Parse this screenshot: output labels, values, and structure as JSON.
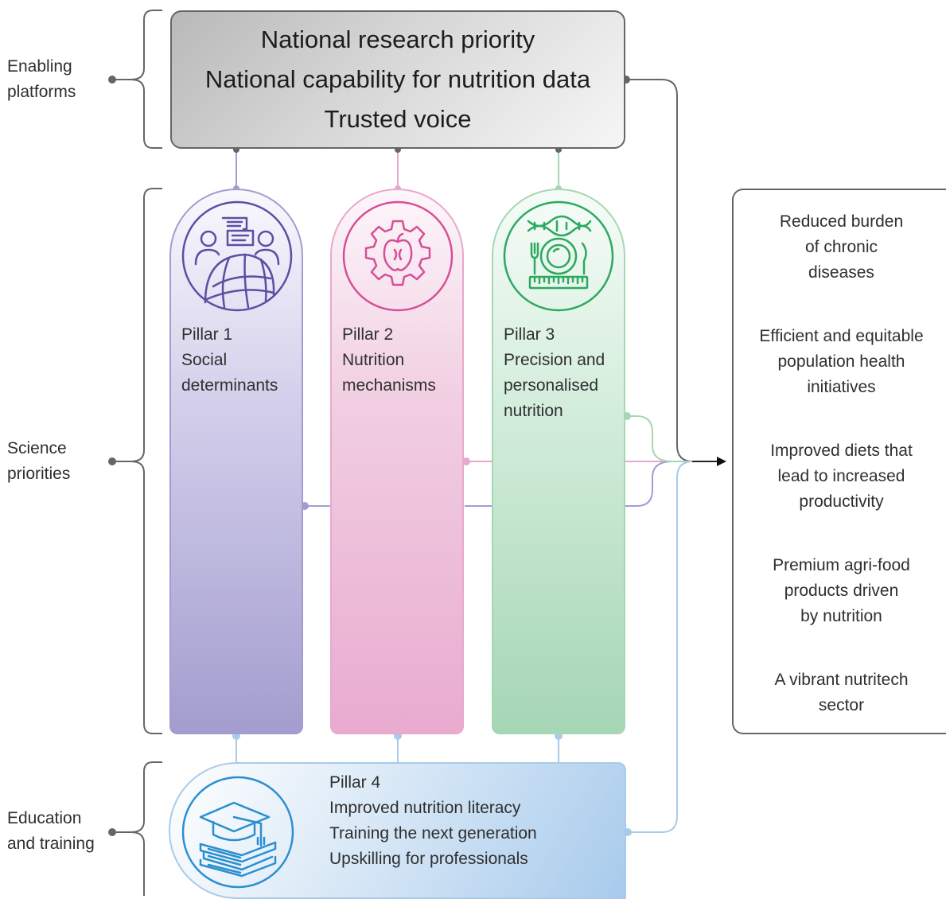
{
  "side_labels": {
    "enabling": "Enabling\nplatforms",
    "science": "Science\npriorities",
    "education": "Education\nand training"
  },
  "enabling_platforms": [
    "National research priority",
    "National capability for nutrition data",
    "Trusted voice"
  ],
  "pillars": [
    {
      "number": "Pillar 1",
      "lines": [
        "Social",
        "determinants"
      ],
      "icon": "people-globe-icon",
      "color": "#5b4fa3"
    },
    {
      "number": "Pillar 2",
      "lines": [
        "Nutrition",
        "mechanisms"
      ],
      "icon": "apple-gear-icon",
      "color": "#d64f97"
    },
    {
      "number": "Pillar 3",
      "lines": [
        "Precision and",
        "personalised",
        "nutrition"
      ],
      "icon": "dna-plate-ruler-icon",
      "color": "#2ea861"
    }
  ],
  "pillar4": {
    "number": "Pillar 4",
    "lines": [
      "Improved nutrition literacy",
      "Training the next generation",
      "Upskilling for professionals"
    ],
    "icon": "graduation-cap-books-icon",
    "color": "#2a8fd0"
  },
  "outcomes": [
    "Reduced burden\nof chronic\ndiseases",
    "Efficient and equitable\npopulation health\ninitiatives",
    "Improved diets that\nlead to increased\nproductivity",
    "Premium agri-food\nproducts driven\nby nutrition",
    "A vibrant nutritech\nsector"
  ],
  "colors": {
    "connector_gray": "#666666",
    "pillar1": "#a69bd0",
    "pillar2": "#e8a8cd",
    "pillar3": "#a6d6b4",
    "pillar4": "#a9cbe9"
  }
}
